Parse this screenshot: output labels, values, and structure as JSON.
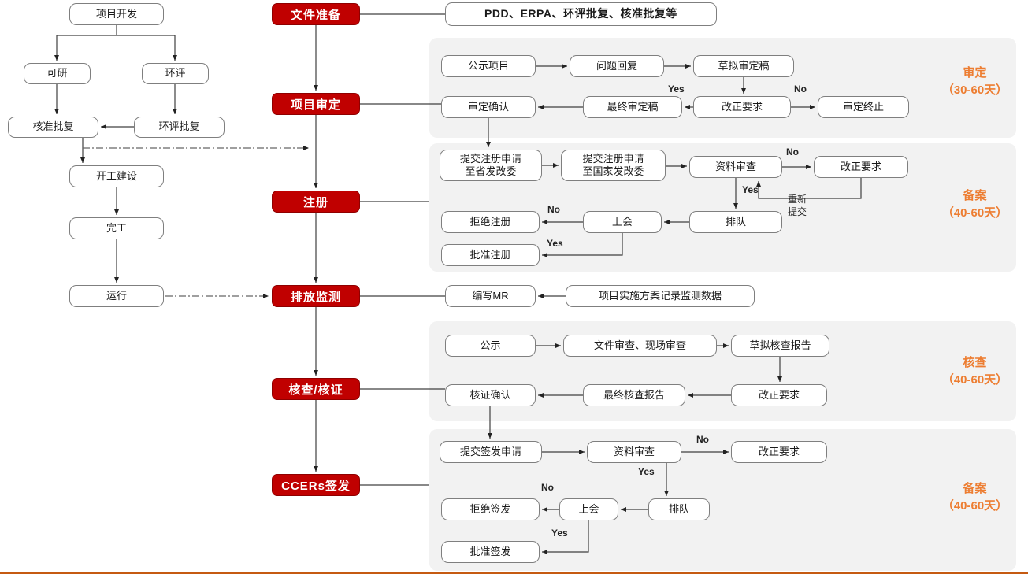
{
  "left_flow": {
    "project_dev": "项目开发",
    "feasibility": "可研",
    "eia": "环评",
    "approval": "核准批复",
    "eia_approval": "环评批复",
    "construction": "开工建设",
    "completion": "完工",
    "operation": "运行"
  },
  "stages": {
    "doc_prep": "文件准备",
    "validation": "项目审定",
    "registration": "注册",
    "monitoring": "排放监测",
    "verification": "核查/核证",
    "issuance": "CCERs签发"
  },
  "doc_prep": {
    "docs": "PDD、ERPA、环评批复、核准批复等"
  },
  "validation_panel": {
    "publicize": "公示项目",
    "reply": "问题回复",
    "draft": "草拟审定稿",
    "confirm": "审定确认",
    "final": "最终审定稿",
    "correction": "改正要求",
    "terminate": "审定终止",
    "yes": "Yes",
    "no": "No",
    "tag_line1": "审定",
    "tag_line2": "（30-60天）"
  },
  "registration_panel": {
    "submit_prov_1": "提交注册申请",
    "submit_prov_2": "至省发改委",
    "submit_nat_1": "提交注册申请",
    "submit_nat_2": "至国家发改委",
    "review": "资料审查",
    "correction": "改正要求",
    "queue": "排队",
    "meeting": "上会",
    "reject": "拒绝注册",
    "approve": "批准注册",
    "resubmit_1": "重新",
    "resubmit_2": "提交",
    "yes": "Yes",
    "no": "No",
    "tag_line1": "备案",
    "tag_line2": "（40-60天）"
  },
  "monitoring_row": {
    "write_mr": "编写MR",
    "data_source": "项目实施方案记录监测数据"
  },
  "verification_panel": {
    "publicize": "公示",
    "review": "文件审查、现场审查",
    "draft": "草拟核查报告",
    "confirm": "核证确认",
    "final": "最终核查报告",
    "correction": "改正要求",
    "tag_line1": "核查",
    "tag_line2": "（40-60天）"
  },
  "issuance_panel": {
    "submit": "提交签发申请",
    "review": "资料审查",
    "correction": "改正要求",
    "queue": "排队",
    "meeting": "上会",
    "reject": "拒绝签发",
    "approve": "批准签发",
    "yes": "Yes",
    "no": "No",
    "tag_line1": "备案",
    "tag_line2": "（40-60天）"
  },
  "colors": {
    "stage_red": "#C00000",
    "stage_red_border": "#8F0000",
    "panel_gray": "#F2F2F2",
    "tag_orange": "#ED7D31",
    "box_border": "#7F7F7F",
    "bottom_rule": "#C55A11"
  }
}
